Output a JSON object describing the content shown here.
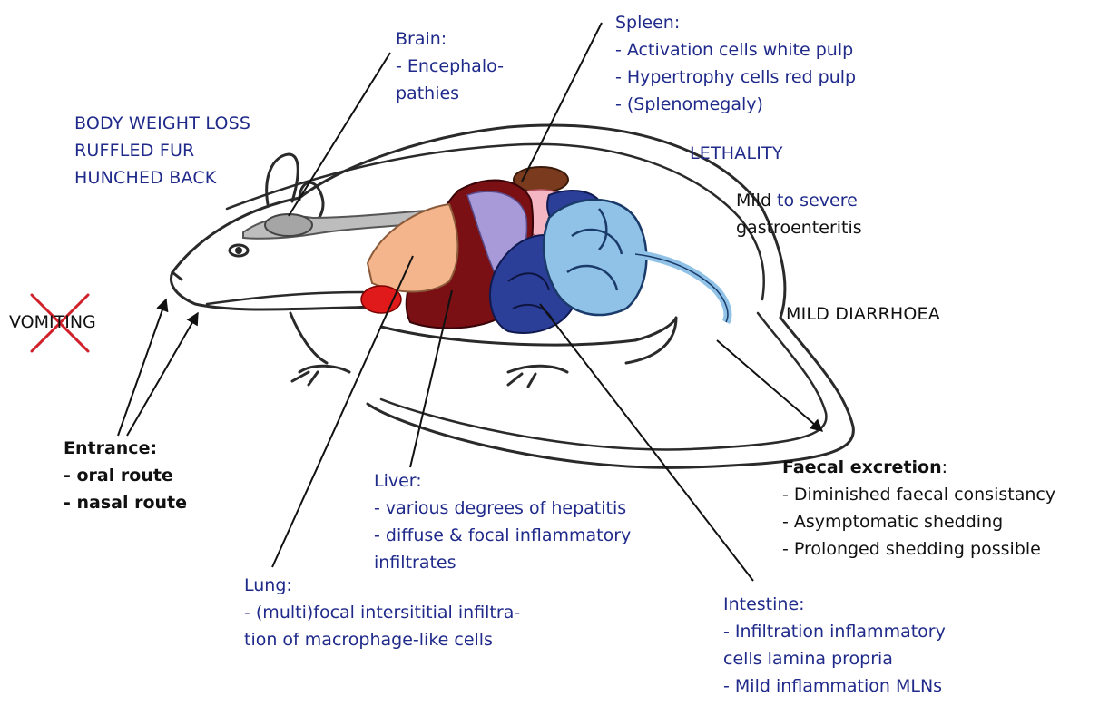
{
  "colors": {
    "text_blue": "#1f2a8a",
    "text_black": "#111111",
    "cross_red": "#d0202a",
    "liver_dark": "#7a0f14",
    "lung_peach": "#f4b58c",
    "spleen_lavender": "#a89ad8",
    "intestine_blue": "#2b3f99",
    "intestine_light": "#8fc2e6",
    "gallbladder_red": "#e01a1a",
    "spleen_brown": "#7a3a1e"
  },
  "symptoms": {
    "lines": [
      "BODY WEIGHT LOSS",
      "RUFFLED FUR",
      "HUNCHED BACK"
    ]
  },
  "brain": {
    "title": "Brain:",
    "lines": [
      "- Encephalo-",
      "pathies"
    ]
  },
  "spleen": {
    "title": "Spleen:",
    "lines": [
      "- Activation cells white pulp",
      "- Hypertrophy cells red pulp",
      "- (Splenomegaly)"
    ]
  },
  "lethality": "LETHALITY",
  "gastro": {
    "word_mild": "Mild",
    "word_to_severe": " to severe",
    "line2": "gastroenteritis"
  },
  "diarrhoea": "MILD DIARRHOEA",
  "vomiting": {
    "label": "VOMITING",
    "icon": "cross-out-icon"
  },
  "entrance": {
    "title": "Entrance:",
    "lines": [
      "- oral route",
      "- nasal route"
    ]
  },
  "faecal": {
    "title": "Faecal excretion",
    "colon": ":",
    "lines": [
      "- Diminished faecal consistancy",
      "- Asymptomatic shedding",
      "- Prolonged shedding possible"
    ]
  },
  "liver": {
    "title": "Liver:",
    "lines": [
      "- various degrees of hepatitis",
      "- diffuse & focal inflammatory",
      "infiltrates"
    ]
  },
  "lung": {
    "title": "Lung:",
    "lines": [
      "- (multi)focal intersititial infiltra-",
      "tion of macrophage-like cells"
    ]
  },
  "intestine": {
    "title": "Intestine:",
    "lines": [
      "- Infiltration inflammatory",
      "cells lamina propria",
      "- Mild inflammation MLNs"
    ]
  }
}
